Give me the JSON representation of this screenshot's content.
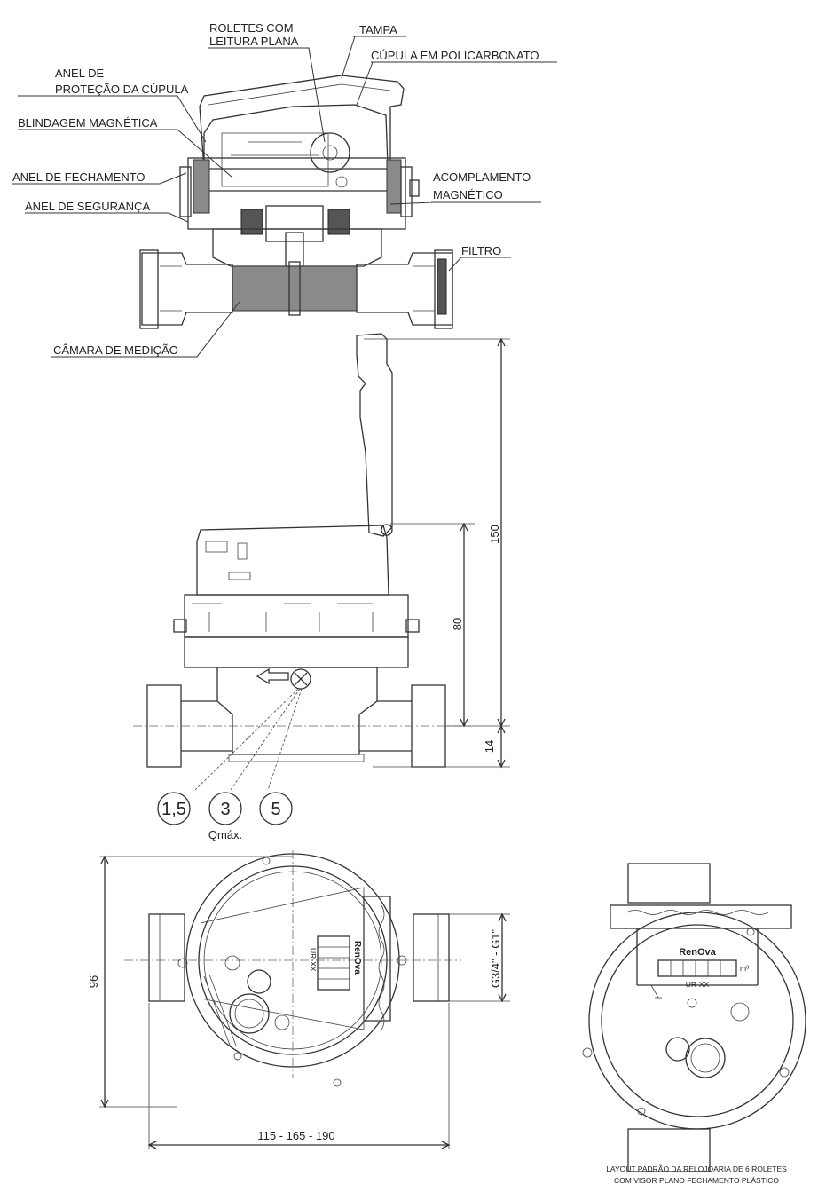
{
  "labels": {
    "roletes_1": "ROLETES COM",
    "roletes_2": "LEITURA PLANA",
    "tampa": "TAMPA",
    "cupula": "CÚPULA EM POLICARBONATO",
    "anel_protecao_1": "ANEL DE",
    "anel_protecao_2": "PROTEÇÃO DA CÚPULA",
    "blindagem": "BLINDAGEM MAGNÉTICA",
    "anel_fechamento": "ANEL DE FECHAMENTO",
    "acoplamento_1": "ACOMPLAMENTO",
    "acoplamento_2": "MAGNÉTICO",
    "anel_seguranca": "ANEL DE SEGURANÇA",
    "filtro": "FILTRO",
    "camara": "CÂMARA DE MEDIÇÃO"
  },
  "dimensions": {
    "total_height": "150",
    "body_height": "80",
    "base_offset": "14",
    "width": "96",
    "length": "115 - 165 - 190",
    "thread": "G3/4\" - G1\""
  },
  "qmax": {
    "values": [
      "1,5",
      "3",
      "5"
    ],
    "label": "Qmáx."
  },
  "caption": {
    "line1": "LAYOUT PADRÃO DA RELOJOARIA DE 6 ROLETES",
    "line2": "COM VISOR PLANO FECHAMENTO PLÁSTICO"
  },
  "brand": "RenOva",
  "model": "UR-XX",
  "unit": "m³"
}
